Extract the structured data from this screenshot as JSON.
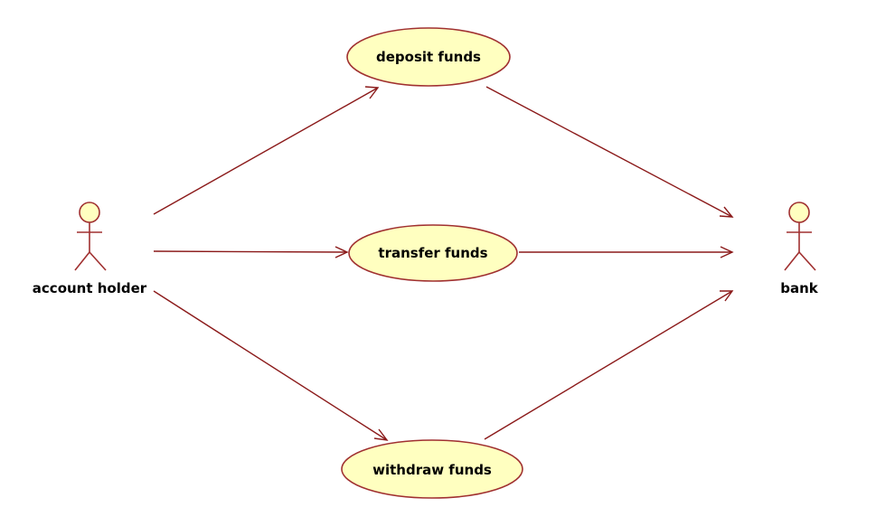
{
  "diagram": {
    "type": "uml-use-case",
    "colors": {
      "fill": "#ffffc0",
      "outline": "#a03030",
      "connector": "#8b1a1a",
      "text": "#000000"
    },
    "actors": [
      {
        "id": "account_holder",
        "label": "account holder"
      },
      {
        "id": "bank",
        "label": "bank"
      }
    ],
    "use_cases": [
      {
        "id": "deposit",
        "label": "deposit funds"
      },
      {
        "id": "transfer",
        "label": "transfer funds"
      },
      {
        "id": "withdraw",
        "label": "withdraw funds"
      }
    ],
    "associations": [
      {
        "from": "account_holder",
        "to": "deposit",
        "arrow": "open"
      },
      {
        "from": "account_holder",
        "to": "transfer",
        "arrow": "open"
      },
      {
        "from": "account_holder",
        "to": "withdraw",
        "arrow": "open"
      },
      {
        "from": "deposit",
        "to": "bank",
        "arrow": "open"
      },
      {
        "from": "transfer",
        "to": "bank",
        "arrow": "open"
      },
      {
        "from": "withdraw",
        "to": "bank",
        "arrow": "open"
      }
    ]
  }
}
